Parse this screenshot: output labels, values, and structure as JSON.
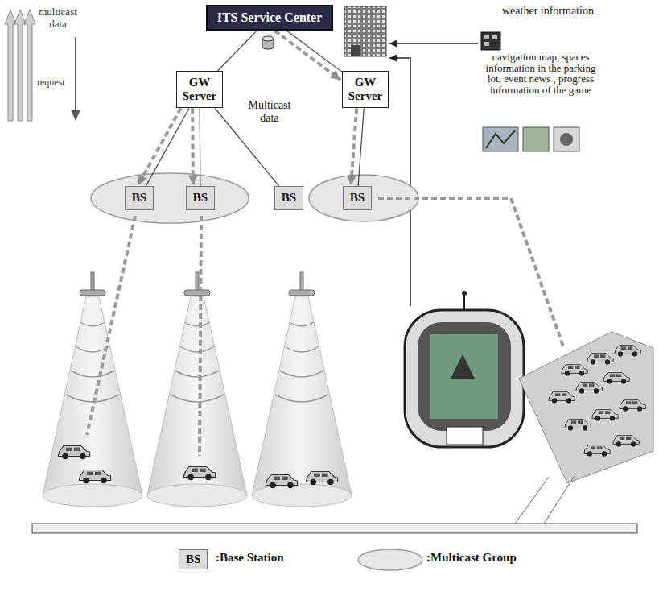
{
  "diagram": {
    "nodes": [
      {
        "text": [
          "ITS Service Center"
        ]
      },
      {
        "text": [
          "GW Server"
        ]
      },
      {
        "text": [
          "GW Server"
        ]
      },
      {
        "text": [
          "BS"
        ]
      },
      {
        "text": [
          "BS"
        ]
      },
      {
        "text": [
          "BS"
        ]
      },
      {
        "text": [
          "BS"
        ]
      }
    ],
    "edges": [
      {
        "from": 0,
        "to": 1,
        "arrow": "none"
      },
      {
        "from": 0,
        "to": 2,
        "arrow": "none"
      },
      {
        "from": 1,
        "to": 3,
        "arrow": "none"
      },
      {
        "from": 1,
        "to": 4,
        "arrow": "none"
      },
      {
        "from": 1,
        "to": 5,
        "arrow": "none"
      },
      {
        "from": 2,
        "to": 6,
        "arrow": "none"
      },
      {
        "from": 0,
        "to": 2,
        "arrow": "to"
      },
      {
        "from": 1,
        "to": 3,
        "arrow": "to"
      },
      {
        "from": 1,
        "to": 4,
        "arrow": "to"
      },
      {
        "from": 2,
        "to": 6,
        "arrow": "to"
      }
    ],
    "labels": [
      "multicast data",
      "request",
      "Multicast data",
      "weather information",
      "navigation map, spaces information in the parking lot, event news , progress information of the game",
      "BS"
    ],
    "legend": [
      {
        "text": ":Base Station"
      },
      {
        "text": ":Multicast Group"
      }
    ]
  }
}
